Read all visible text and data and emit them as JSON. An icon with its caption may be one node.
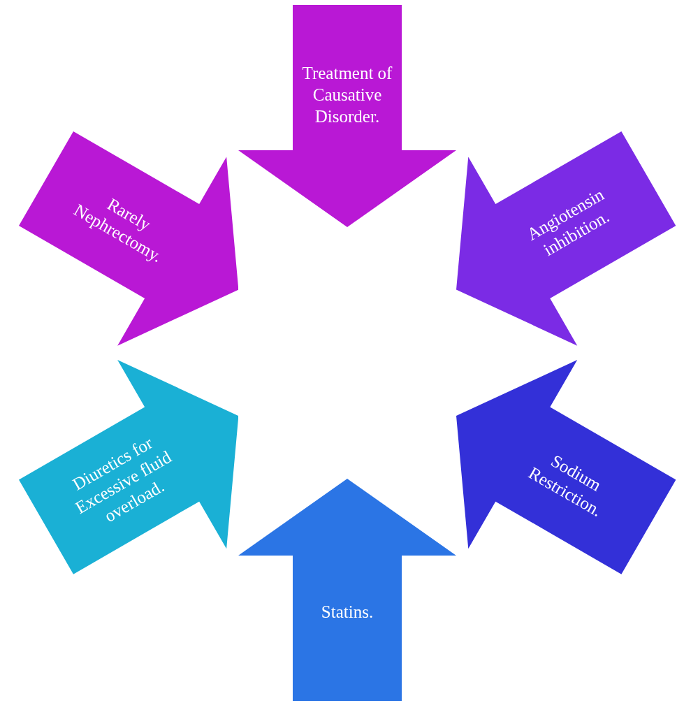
{
  "diagram": {
    "nodes": [
      {
        "text": [
          "Treatment of Causative Disorder."
        ]
      },
      {
        "text": [
          "Rarely Nephrectomy."
        ]
      },
      {
        "text": [
          "Angiotensin inhibition."
        ]
      },
      {
        "text": [
          "Diuretics for Excessive fluid overload."
        ]
      },
      {
        "text": [
          "Sodium Restriction."
        ]
      },
      {
        "text": [
          "Statins."
        ]
      }
    ]
  }
}
